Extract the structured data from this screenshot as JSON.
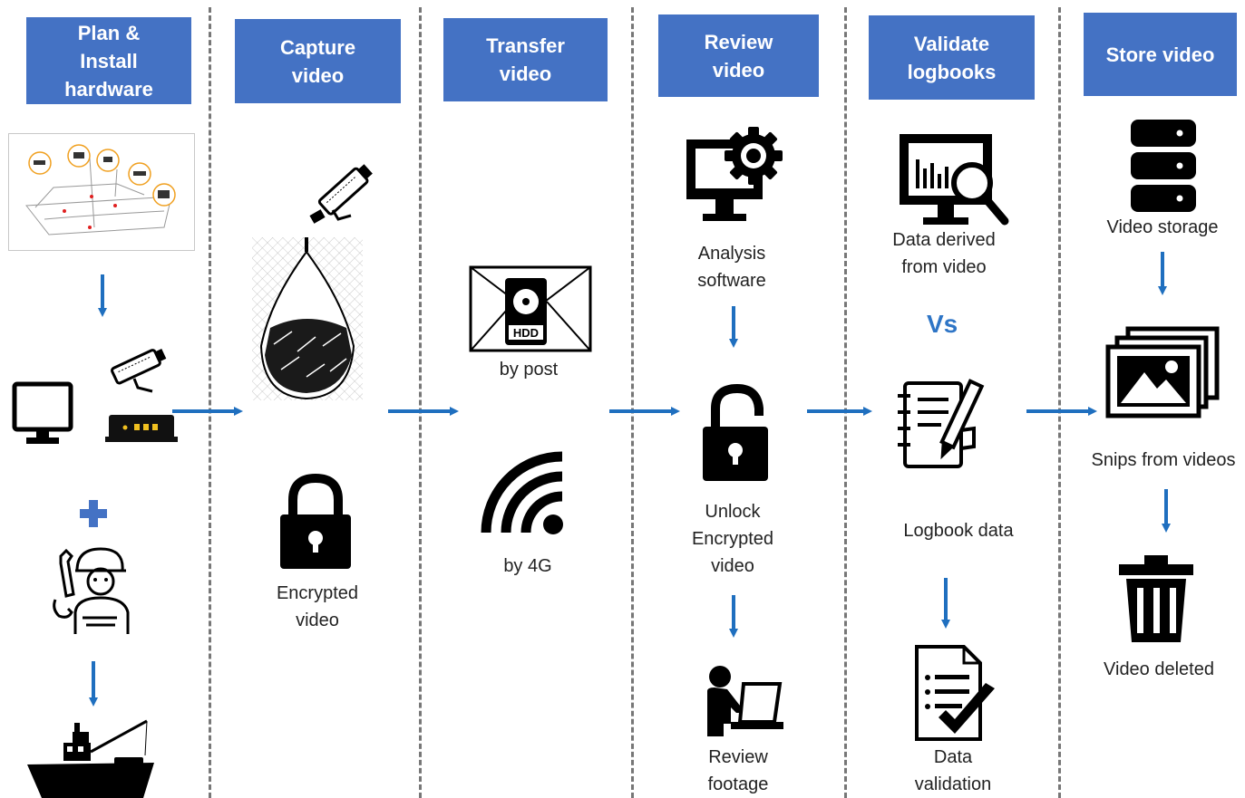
{
  "stages": [
    {
      "id": "plan",
      "title": "Plan &\nInstall\nhardware"
    },
    {
      "id": "capture",
      "title": "Capture\nvideo"
    },
    {
      "id": "transfer",
      "title": "Transfer\nvideo"
    },
    {
      "id": "review",
      "title": "Review\nvideo"
    },
    {
      "id": "validate",
      "title": "Validate\nlogbooks"
    },
    {
      "id": "store",
      "title": "Store video"
    }
  ],
  "labels": {
    "encrypted_video": "Encrypted\nvideo",
    "by_post": "by post",
    "by_4g": "by 4G",
    "analysis_software": "Analysis\nsoftware",
    "unlock_encrypted_video": "Unlock\nEncrypted\nvideo",
    "review_footage": "Review\nfootage",
    "data_derived": "Data derived\nfrom video",
    "vs": "Vs",
    "logbook_data": "Logbook data",
    "data_validation": "Data\nvalidation",
    "video_storage": "Video storage",
    "snips": "Snips from videos",
    "video_deleted": "Video deleted"
  },
  "icon_text": {
    "hdd": "HDD"
  },
  "colors": {
    "header_bg": "#4472c4",
    "header_text": "#ffffff",
    "arrow": "#1f6fbf",
    "plus": "#4472c4",
    "vs": "#2e75c6",
    "divider": "#777777"
  }
}
